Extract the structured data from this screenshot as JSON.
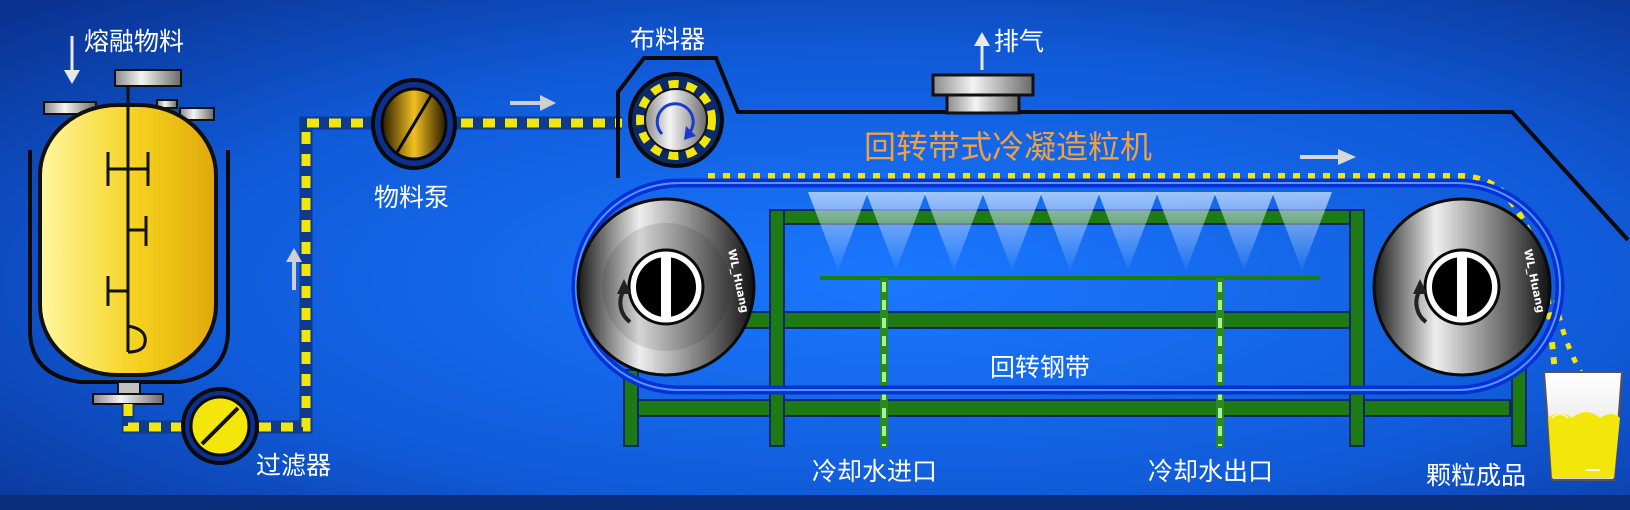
{
  "labels": {
    "melt": "熔融物料",
    "filter": "过滤器",
    "pump": "物料泵",
    "distributor": "布料器",
    "exhaust": "排气",
    "title": "回转带式冷凝造粒机",
    "belt": "回转钢带",
    "water_in": "冷却水进口",
    "water_out": "冷却水出口",
    "product": "颗粒成品"
  },
  "roller_text": "WL_Huang",
  "colors": {
    "background": "#1568e8",
    "vessel": "#f5d21e",
    "pipe_yellow": "#f2e60a",
    "pipe_blue": "#0d3b8f",
    "belt": "#0a2fd6",
    "frame": "#1d7a14",
    "title": "#f0a040"
  }
}
